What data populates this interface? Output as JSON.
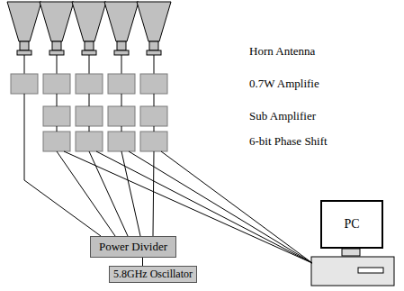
{
  "diagram": {
    "nodes": [
      {
        "text": [
          "PC"
        ]
      },
      {
        "text": [
          "Power Divider"
        ]
      },
      {
        "text": [
          "5.8GHz Oscillator"
        ]
      }
    ],
    "edges": [
      {
        "from": 2,
        "to": 1,
        "arrow": "none"
      }
    ],
    "labels": [
      "Horn Antenna",
      "0.7W Amplifie",
      "Sub Amplifier",
      "6-bit Phase Shift"
    ]
  }
}
